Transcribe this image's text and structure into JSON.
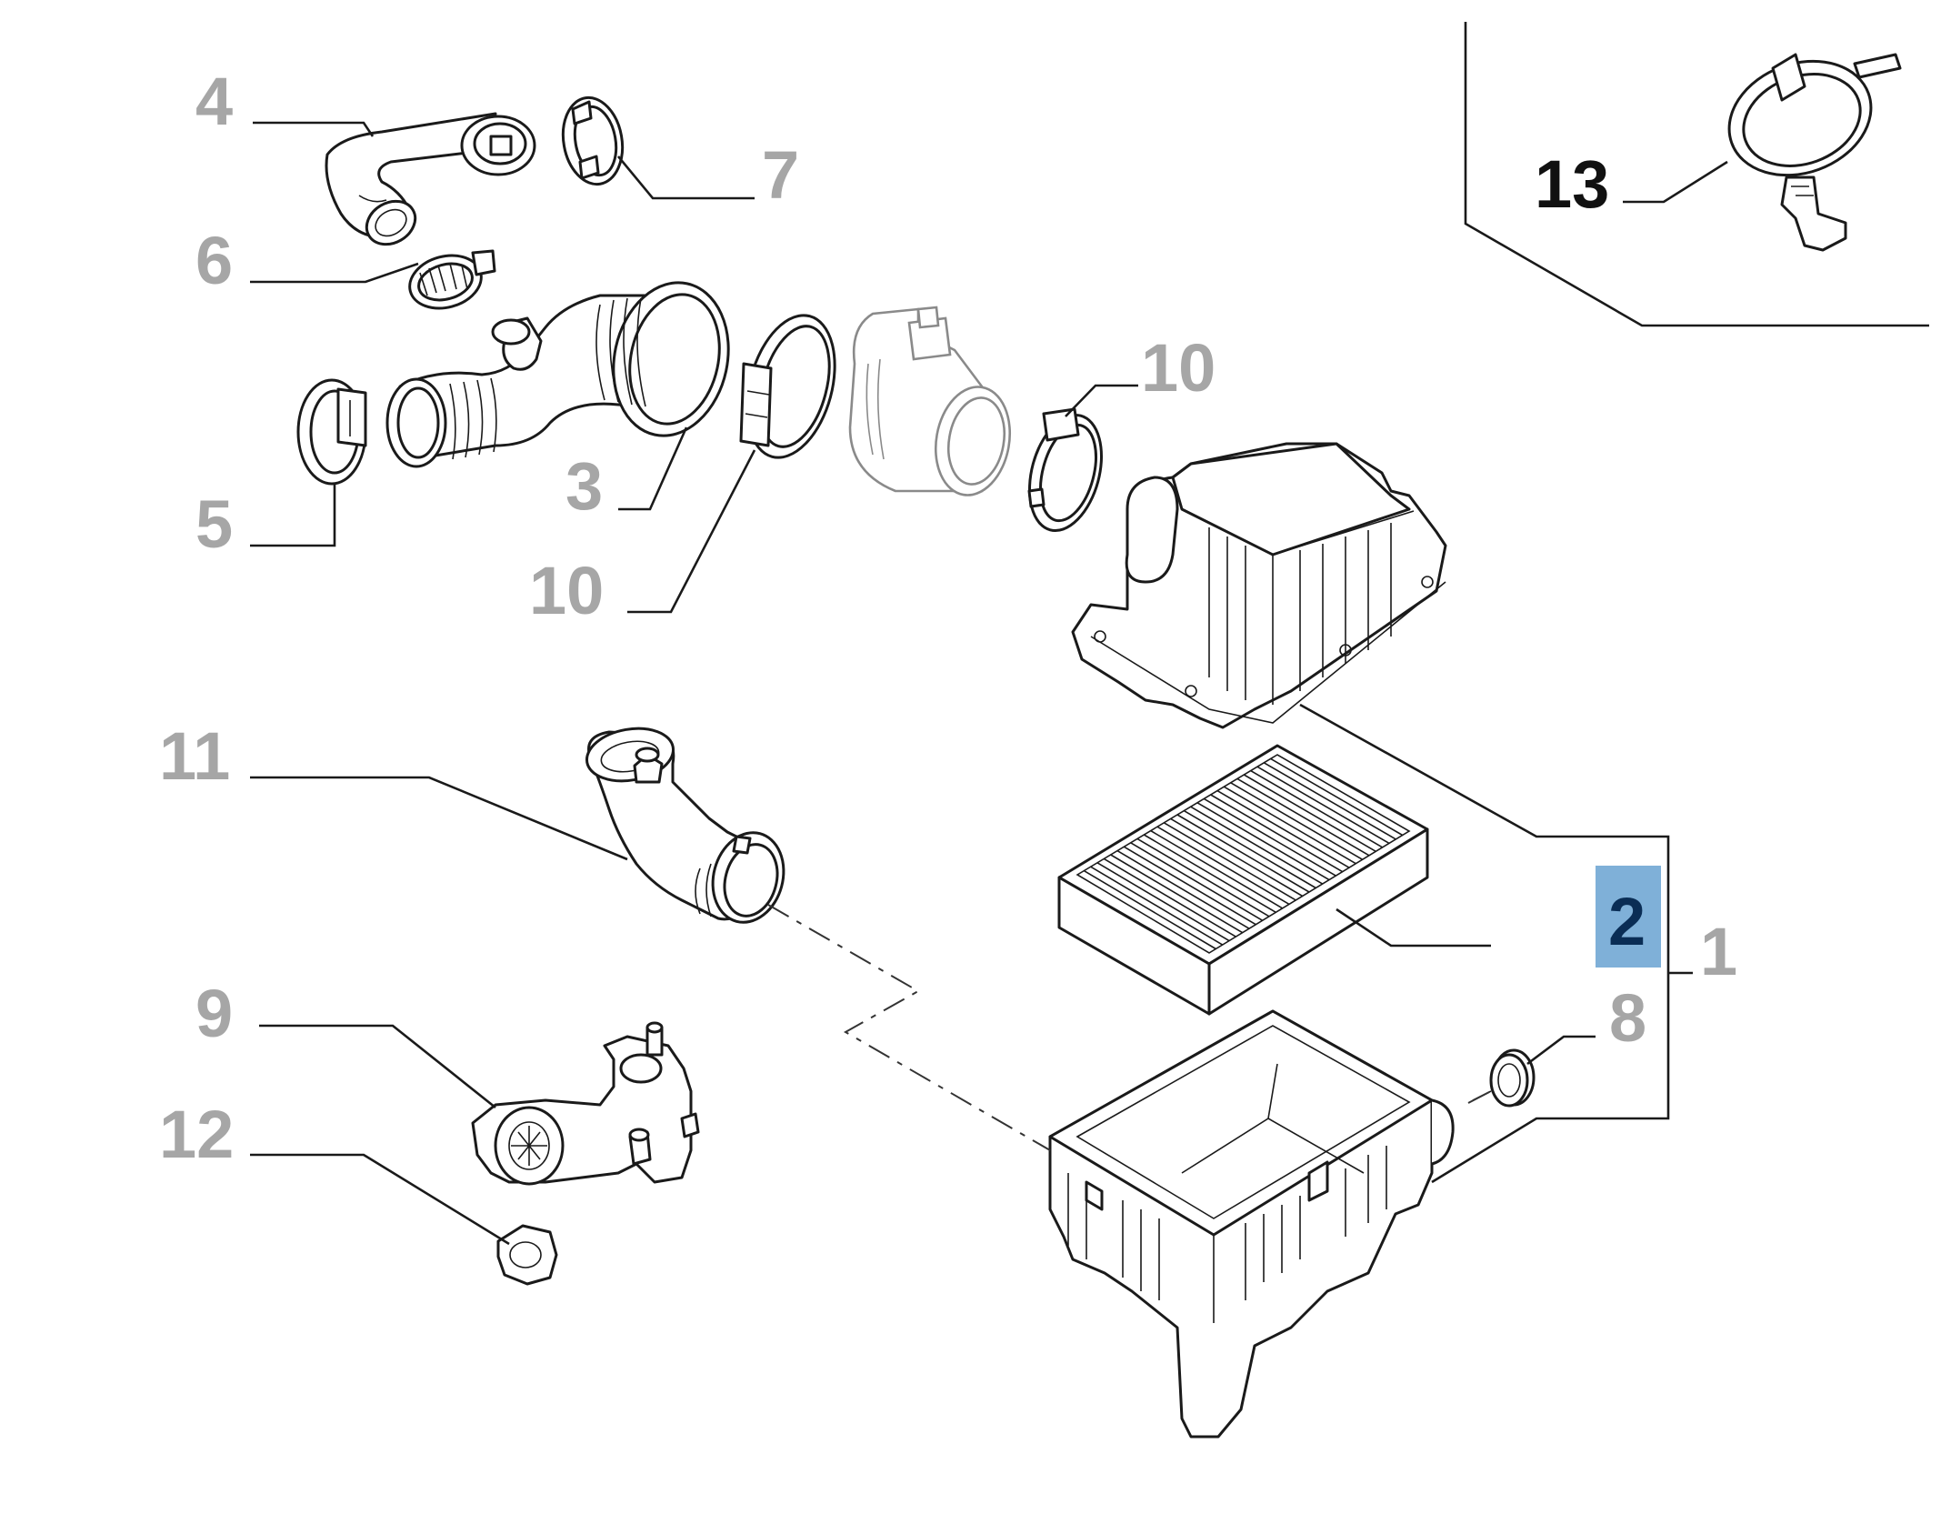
{
  "callouts": [
    {
      "id": "1",
      "text": "1"
    },
    {
      "id": "2",
      "text": "2"
    },
    {
      "id": "3",
      "text": "3"
    },
    {
      "id": "4",
      "text": "4"
    },
    {
      "id": "5",
      "text": "5"
    },
    {
      "id": "6",
      "text": "6"
    },
    {
      "id": "7",
      "text": "7"
    },
    {
      "id": "8",
      "text": "8"
    },
    {
      "id": "9",
      "text": "9"
    },
    {
      "id": "10a",
      "text": "10"
    },
    {
      "id": "10b",
      "text": "10"
    },
    {
      "id": "11",
      "text": "11"
    },
    {
      "id": "12",
      "text": "12"
    },
    {
      "id": "13",
      "text": "13"
    }
  ],
  "colors": {
    "label_grey": "#a6a6a6",
    "label_dark": "#111111",
    "highlight_box": "#7fb0d8",
    "highlight_text": "#0a2d55",
    "line": "#1a1a1a"
  }
}
